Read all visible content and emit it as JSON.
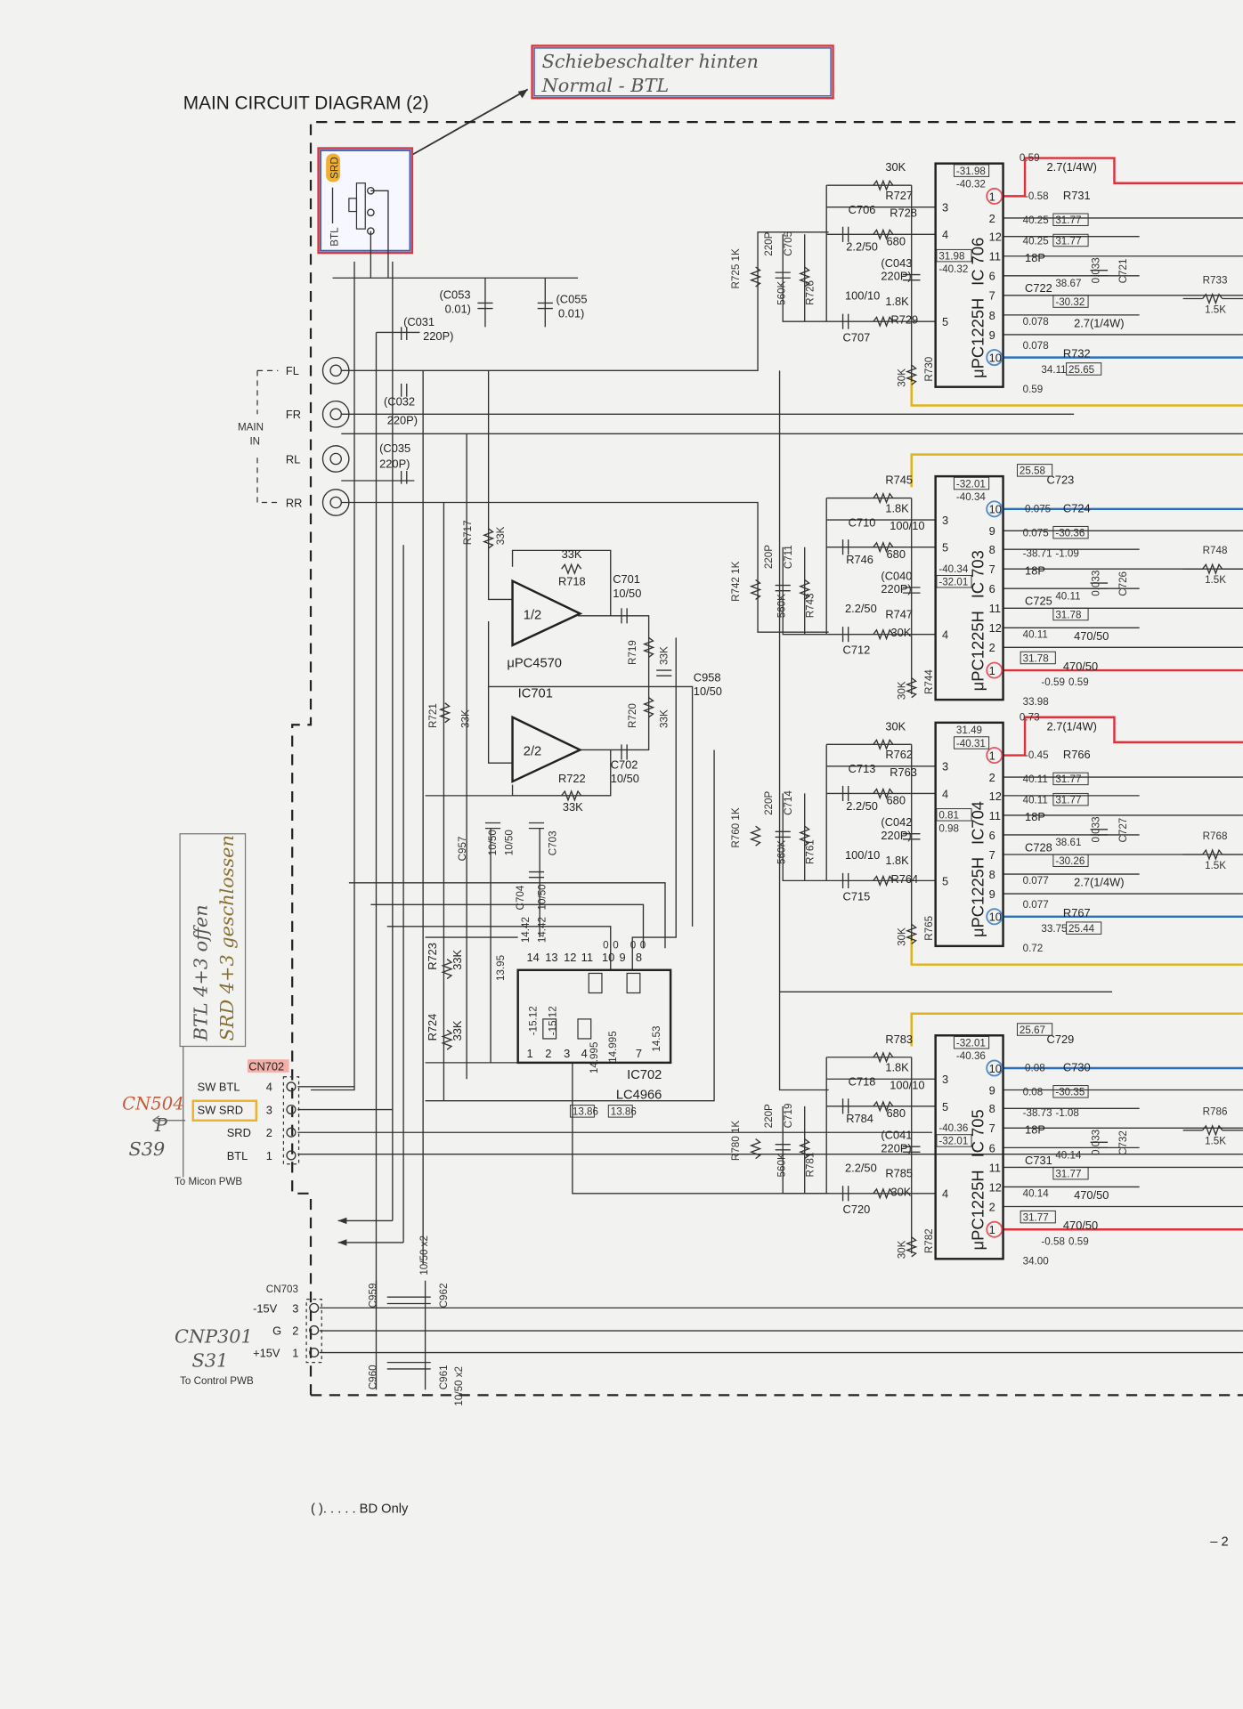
{
  "title": "MAIN CIRCUIT DIAGRAM (2)",
  "note": {
    "line1": "Schiebeschalter hinten",
    "line2": "Normal - BTL"
  },
  "switch": {
    "srd": "SRD",
    "btl": "BTL"
  },
  "inputs": {
    "group": "MAIN",
    "group2": "IN",
    "fl": "FL",
    "fr": "FR",
    "rl": "RL",
    "rr": "RR"
  },
  "caps_in": [
    "(C053",
    "0.01)",
    "(C055",
    "0.01)",
    "(C031",
    "220P)",
    "(C032",
    "220P)",
    "(C035",
    "220P)"
  ],
  "opamp": {
    "half1": "1/2",
    "half2": "2/2",
    "part": "μPC4570",
    "ic": "IC701",
    "labels": [
      "R717",
      "33K",
      "33K",
      "R718",
      "C701",
      "10/50",
      "R719",
      "33K",
      "C958",
      "10/50",
      "R720",
      "33K",
      "R721",
      "33K",
      "C702",
      "10/50",
      "R722",
      "33K",
      "C957",
      "10/50",
      "10/50",
      "C703",
      "C704",
      "10/50"
    ]
  },
  "ic702": {
    "name": "IC702",
    "part": "LC4966",
    "labels": [
      "R723",
      "33K",
      "R724",
      "33K",
      "13.95",
      "14.42",
      "14.42"
    ],
    "pins_top": [
      "14",
      "13",
      "12",
      "11",
      "10",
      "9",
      "8"
    ],
    "pins_bottom": [
      "1",
      "2",
      "3",
      "4",
      "7"
    ],
    "volts": [
      "-15.12",
      "-15.12",
      "14.995",
      "14.995",
      "14.53",
      "0",
      "0",
      "0",
      "0"
    ],
    "boxed": [
      "13.86",
      "13.86"
    ]
  },
  "cn702": {
    "name": "CN702",
    "pins": [
      {
        "num": "4",
        "label": "SW BTL"
      },
      {
        "num": "3",
        "label": "SW SRD"
      },
      {
        "num": "2",
        "label": "SRD"
      },
      {
        "num": "1",
        "label": "BTL"
      }
    ],
    "dest": "To Micon PWB",
    "hand_ref": "CN504",
    "hand_p": "P",
    "hand_s": "S39",
    "hand_note1": "BTL 4+3 offen",
    "hand_note2": "SRD 4+3 geschlossen"
  },
  "cn703": {
    "name": "CN703",
    "pins": [
      {
        "num": "3",
        "label": "-15V"
      },
      {
        "num": "2",
        "label": "G"
      },
      {
        "num": "1",
        "label": "+15V"
      }
    ],
    "dest": "To Control PWB",
    "hand_ref": "CNP301",
    "hand_s": "S31",
    "caps": [
      "C959",
      "C962",
      "10/50 x2",
      "C960",
      "C961",
      "10/50 x2"
    ]
  },
  "footnote": "( ). . . . . BD Only",
  "page_num": "– 2",
  "right_res": [
    {
      "name": "R733",
      "value": "1.5K"
    },
    {
      "name": "R748",
      "value": "1.5K"
    },
    {
      "name": "R768",
      "value": "1.5K"
    },
    {
      "name": "R786",
      "value": "1.5K"
    }
  ],
  "stages": [
    {
      "ic": "IC 706",
      "part": "μPC1225H",
      "left_pins": [
        "3",
        "4",
        "5"
      ],
      "right_pins": [
        "1",
        "2",
        "12",
        "11",
        "6",
        "7",
        "8",
        "9",
        "10"
      ],
      "components": [
        "30K",
        "R727",
        "C706",
        "R728",
        "2.2/50",
        "680",
        "(C043",
        "220P)",
        "100/10",
        "1.8K",
        "R729",
        "C707",
        "R725 1K",
        "220P",
        "C705",
        "560K",
        "R726",
        "30K",
        "R730",
        "2.7(1/4W)",
        "R731",
        "18P",
        "C722",
        "0.033",
        "C721",
        "2.7(1/4W)",
        "R732"
      ],
      "volts": [
        {
          "v": "-31.98",
          "boxed": true
        },
        {
          "v": "-40.32",
          "boxed": false
        },
        {
          "v": "0.59",
          "boxed": false
        },
        {
          "v": "-0.58",
          "boxed": false
        },
        {
          "v": "40.25",
          "boxed": false
        },
        {
          "v": "31.77",
          "boxed": true
        },
        {
          "v": "40.25",
          "boxed": false
        },
        {
          "v": "31.77",
          "boxed": true
        },
        {
          "v": "38.67",
          "boxed": false
        },
        {
          "v": "-30.32",
          "boxed": true
        },
        {
          "v": "0.078",
          "boxed": false
        },
        {
          "v": "0.078",
          "boxed": false
        },
        {
          "v": "34.11",
          "boxed": false
        },
        {
          "v": "25.65",
          "boxed": true
        },
        {
          "v": "31.98",
          "boxed": true
        },
        {
          "v": "-40.32",
          "boxed": false
        },
        {
          "v": "0.59",
          "boxed": false
        }
      ]
    },
    {
      "ic": "IC 703",
      "part": "μPC1225H",
      "left_pins": [
        "3",
        "5",
        "4"
      ],
      "right_pins": [
        "10",
        "9",
        "8",
        "7",
        "6",
        "11",
        "12",
        "2",
        "1"
      ],
      "components": [
        "R745",
        "1.8K",
        "C710",
        "100/10",
        "R746",
        "680",
        "(C040",
        "220P)",
        "2.2/50",
        "R747",
        "30K",
        "C712",
        "R742 1K",
        "220P",
        "C711",
        "560K",
        "R743",
        "30K",
        "R744",
        "C723",
        "C724",
        "18P",
        "C725",
        "0.033",
        "C726",
        "470/50",
        "470/50"
      ],
      "volts": [
        {
          "v": "-32.01",
          "boxed": true
        },
        {
          "v": "-40.34",
          "boxed": false
        },
        {
          "v": "25.58",
          "boxed": true
        },
        {
          "v": "0.075",
          "boxed": false
        },
        {
          "v": "0.075",
          "boxed": false
        },
        {
          "v": "-30.36",
          "boxed": true
        },
        {
          "v": "-38.71",
          "boxed": false
        },
        {
          "v": "-1.09",
          "boxed": false
        },
        {
          "v": "40.11",
          "boxed": false
        },
        {
          "v": "31.78",
          "boxed": true
        },
        {
          "v": "40.11",
          "boxed": false
        },
        {
          "v": "31.78",
          "boxed": true
        },
        {
          "v": "-0.59",
          "boxed": false
        },
        {
          "v": "0.59",
          "boxed": false
        },
        {
          "v": "-40.34",
          "boxed": false
        },
        {
          "v": "-32.01",
          "boxed": true
        },
        {
          "v": "33.98",
          "boxed": false
        }
      ]
    },
    {
      "ic": "IC704",
      "part": "μPC1225H",
      "left_pins": [
        "3",
        "4",
        "5"
      ],
      "right_pins": [
        "1",
        "2",
        "12",
        "11",
        "6",
        "7",
        "8",
        "9",
        "10"
      ],
      "components": [
        "30K",
        "R762",
        "C713",
        "R763",
        "2.2/50",
        "680",
        "(C042",
        "220P)",
        "100/10",
        "1.8K",
        "R764",
        "C715",
        "R760 1K",
        "220P",
        "C714",
        "560K",
        "R761",
        "30K",
        "R765",
        "2.7(1/4W)",
        "R766",
        "18P",
        "C728",
        "0.033",
        "C727",
        "2.7(1/4W)",
        "R767"
      ],
      "volts": [
        {
          "v": "31.49",
          "boxed": false
        },
        {
          "v": "-40.31",
          "boxed": true
        },
        {
          "v": "0.73",
          "boxed": false
        },
        {
          "v": "-0.45",
          "boxed": false
        },
        {
          "v": "40.11",
          "boxed": false
        },
        {
          "v": "31.77",
          "boxed": true
        },
        {
          "v": "40.11",
          "boxed": false
        },
        {
          "v": "31.77",
          "boxed": true
        },
        {
          "v": "38.61",
          "boxed": false
        },
        {
          "v": "-30.26",
          "boxed": true
        },
        {
          "v": "0.077",
          "boxed": false
        },
        {
          "v": "0.077",
          "boxed": false
        },
        {
          "v": "33.75",
          "boxed": false
        },
        {
          "v": "25.44",
          "boxed": true
        },
        {
          "v": "0.81",
          "boxed": true
        },
        {
          "v": "0.98",
          "boxed": false
        },
        {
          "v": "0.72",
          "boxed": false
        }
      ]
    },
    {
      "ic": "IC 705",
      "part": "μPC1225H",
      "left_pins": [
        "3",
        "5",
        "4"
      ],
      "right_pins": [
        "10",
        "9",
        "8",
        "7",
        "6",
        "11",
        "12",
        "2",
        "1"
      ],
      "components": [
        "R783",
        "1.8K",
        "C718",
        "100/10",
        "R784",
        "680",
        "(C041",
        "220P)",
        "2.2/50",
        "R785",
        "30K",
        "C720",
        "R780 1K",
        "220P",
        "C719",
        "560K",
        "R781",
        "30K",
        "R782",
        "C729",
        "C730",
        "18P",
        "C731",
        "0.033",
        "C732",
        "470/50",
        "470/50"
      ],
      "volts": [
        {
          "v": "-32.01",
          "boxed": true
        },
        {
          "v": "-40.36",
          "boxed": false
        },
        {
          "v": "25.67",
          "boxed": true
        },
        {
          "v": "0.08",
          "boxed": false
        },
        {
          "v": "0.08",
          "boxed": false
        },
        {
          "v": "-30.35",
          "boxed": true
        },
        {
          "v": "-38.73",
          "boxed": false
        },
        {
          "v": "-1.08",
          "boxed": false
        },
        {
          "v": "40.14",
          "boxed": false
        },
        {
          "v": "31.77",
          "boxed": true
        },
        {
          "v": "40.14",
          "boxed": false
        },
        {
          "v": "31.77",
          "boxed": true
        },
        {
          "v": "-0.58",
          "boxed": false
        },
        {
          "v": "0.59",
          "boxed": false
        },
        {
          "v": "-40.36",
          "boxed": false
        },
        {
          "v": "-32.01",
          "boxed": true
        },
        {
          "v": "34.00",
          "boxed": false
        }
      ]
    }
  ],
  "colors": {
    "red": "#e0303a",
    "blue": "#2a6fc0",
    "yellow": "#e2b21a",
    "orange": "#f0b030"
  }
}
